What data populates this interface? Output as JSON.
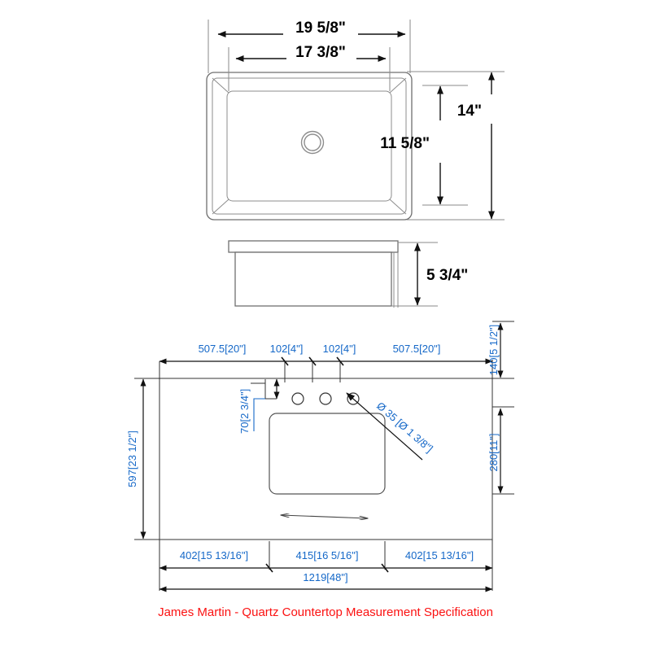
{
  "document": {
    "title": "James Martin - Quartz Countertop Measurement Specification",
    "caption_color": "#fb1212",
    "dimension_color_metric": "#1568c8",
    "dimension_color_imperial": "#000000",
    "outline_color": "#6b6b6b"
  },
  "sink_top_view": {
    "name": "sink-top-view",
    "dimensions": {
      "overall_width": "19 5/8\"",
      "basin_width": "17 3/8\"",
      "basin_height": "11 5/8\"",
      "overall_height": "14\""
    },
    "drain": {
      "name": "drain-opening"
    }
  },
  "sink_side_view": {
    "name": "sink-side-view",
    "dimensions": {
      "height": "5 3/4\""
    }
  },
  "countertop_plan": {
    "name": "countertop-plan-view",
    "top_chain": [
      "507.5[20\"]",
      "102[4\"]",
      "102[4\"]",
      "507.5[20\"]"
    ],
    "bottom_chain": [
      "402[15 13/16\"]",
      "415[16 5/16\"]",
      "402[15 13/16\"]"
    ],
    "overall_width": "1219[48\"]",
    "left_height": "597[23 1/2\"]",
    "right_top_offset": "140[5 1/2\"]",
    "right_lower_offset": "280[11\"]",
    "faucet_hole_offset": "70[2 3/4\"]",
    "faucet_hole_diameter": "Ø 35 [Ø 1 3/8\"]",
    "faucet_holes": 3
  }
}
